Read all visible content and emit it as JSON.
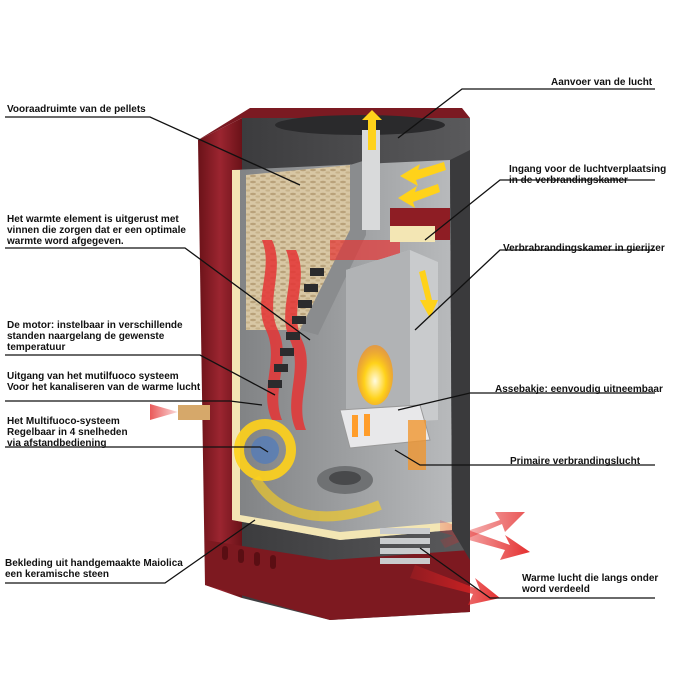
{
  "colors": {
    "body_red": "#8e1d24",
    "body_dark_red": "#5e0f14",
    "panel_grey": "#4a4a4c",
    "interior_grey": "#9a9c9e",
    "insulation": "#f3e6b4",
    "heat_red": "#e32424",
    "flame_yellow": "#ffd21a",
    "label_line": "#111111"
  },
  "labels": {
    "air_intake": "Aanvoer van de lucht",
    "pellet_storage": "Vooraadruimte  van de pellets",
    "air_displacement_entry_1": "Ingang voor de luchtverplaatsing",
    "air_displacement_entry_2": "in de verbrandingskamer",
    "heating_element_1": "Het warmte element is uitgerust met",
    "heating_element_2": "vinnen die zorgen dat er een optimale",
    "heating_element_3": "warmte word afgegeven.",
    "combustion_chamber": "Verbrabrandingskamer in gierijzer",
    "motor_1": "De motor: instelbaar in verschillende",
    "motor_2": "standen naargelang de gewenste",
    "motor_3": "temperatuur",
    "multifuoco_outlet_1": "Uitgang van het mutilfuoco systeem",
    "multifuoco_outlet_2": "Voor het kanaliseren van de warme lucht",
    "ash_tray": "Assebakje: eenvoudig uitneembaar",
    "multifuoco_system_1": "Het Multifuoco-systeem",
    "multifuoco_system_2": "Regelbaar in 4 snelheden",
    "multifuoco_system_3": "via afstandbediening",
    "primary_air": "Primaire verbrandingslucht",
    "cladding_1": "Bekleding uit handgemaakte Maiolica",
    "cladding_2": "een keramische steen",
    "warm_air_1": "Warme lucht die langs onder",
    "warm_air_2": "word verdeeld"
  }
}
